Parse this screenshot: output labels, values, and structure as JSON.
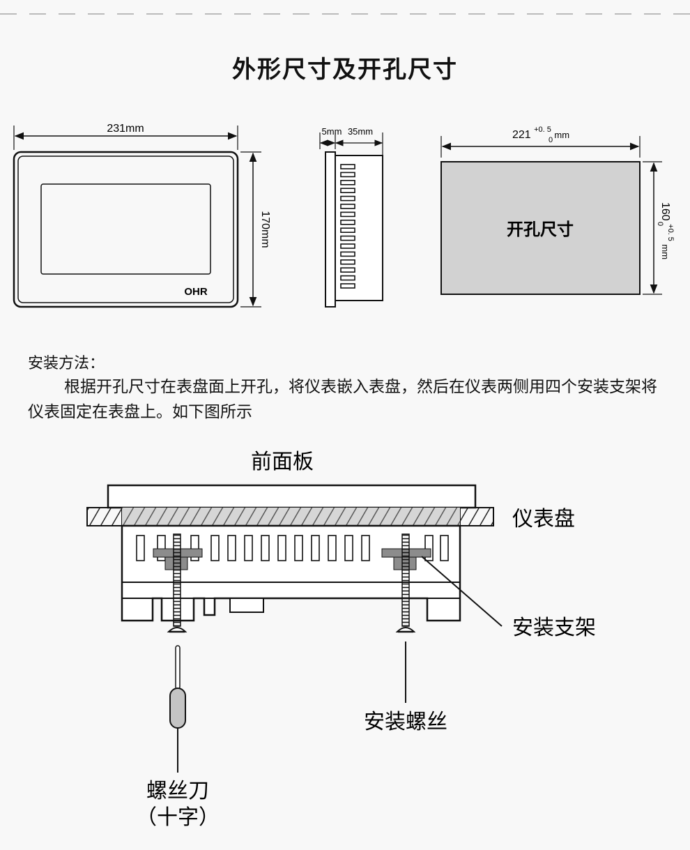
{
  "title": "外形尺寸及开孔尺寸",
  "front_view": {
    "width_label": "231mm",
    "height_label": "170mm",
    "logo": "OHR"
  },
  "side_view": {
    "depth_front_label": "5mm",
    "depth_body_label": "35mm"
  },
  "cutout_view": {
    "width_base": "221",
    "width_tol_upper": "+0. 5",
    "width_tol_lower": "0",
    "width_unit": "mm",
    "height_base": "160",
    "height_tol_upper": "+0. 5",
    "height_tol_lower": "0",
    "height_unit": "mm",
    "center_label": "开孔尺寸"
  },
  "install": {
    "heading": "安装方法：",
    "body": "根据开孔尺寸在表盘面上开孔，将仪表嵌入表盘，然后在仪表两侧用四个安装支架将仪表固定在表盘上。如下图所示"
  },
  "install_diagram": {
    "front_panel": "前面板",
    "meter_panel": "仪表盘",
    "bracket": "安装支架",
    "screw": "安装螺丝",
    "screwdriver": "螺丝刀",
    "screwdriver_type": "（十字）"
  }
}
